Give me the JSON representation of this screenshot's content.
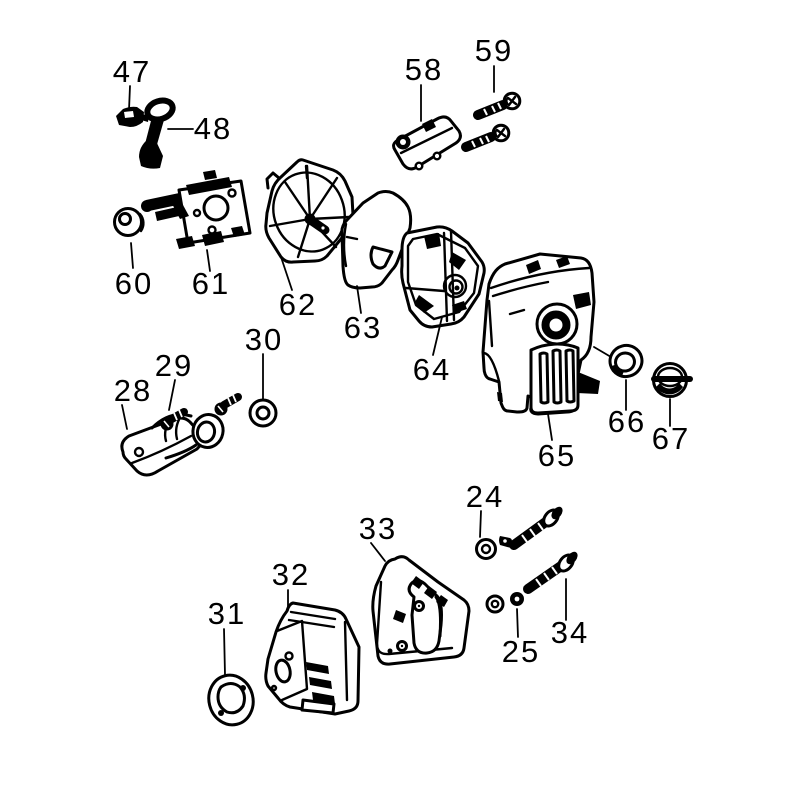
{
  "figure": {
    "type": "exploded-parts-diagram",
    "background_color": "#ffffff",
    "line_color": "#000000",
    "parts": [
      {
        "number": "47"
      },
      {
        "number": "48"
      },
      {
        "number": "58"
      },
      {
        "number": "59"
      },
      {
        "number": "60"
      },
      {
        "number": "61"
      },
      {
        "number": "62"
      },
      {
        "number": "63"
      },
      {
        "number": "64"
      },
      {
        "number": "65"
      },
      {
        "number": "66"
      },
      {
        "number": "67"
      },
      {
        "number": "28"
      },
      {
        "number": "29"
      },
      {
        "number": "30"
      },
      {
        "number": "24"
      },
      {
        "number": "25"
      },
      {
        "number": "31"
      },
      {
        "number": "32"
      },
      {
        "number": "33"
      },
      {
        "number": "34"
      }
    ]
  }
}
